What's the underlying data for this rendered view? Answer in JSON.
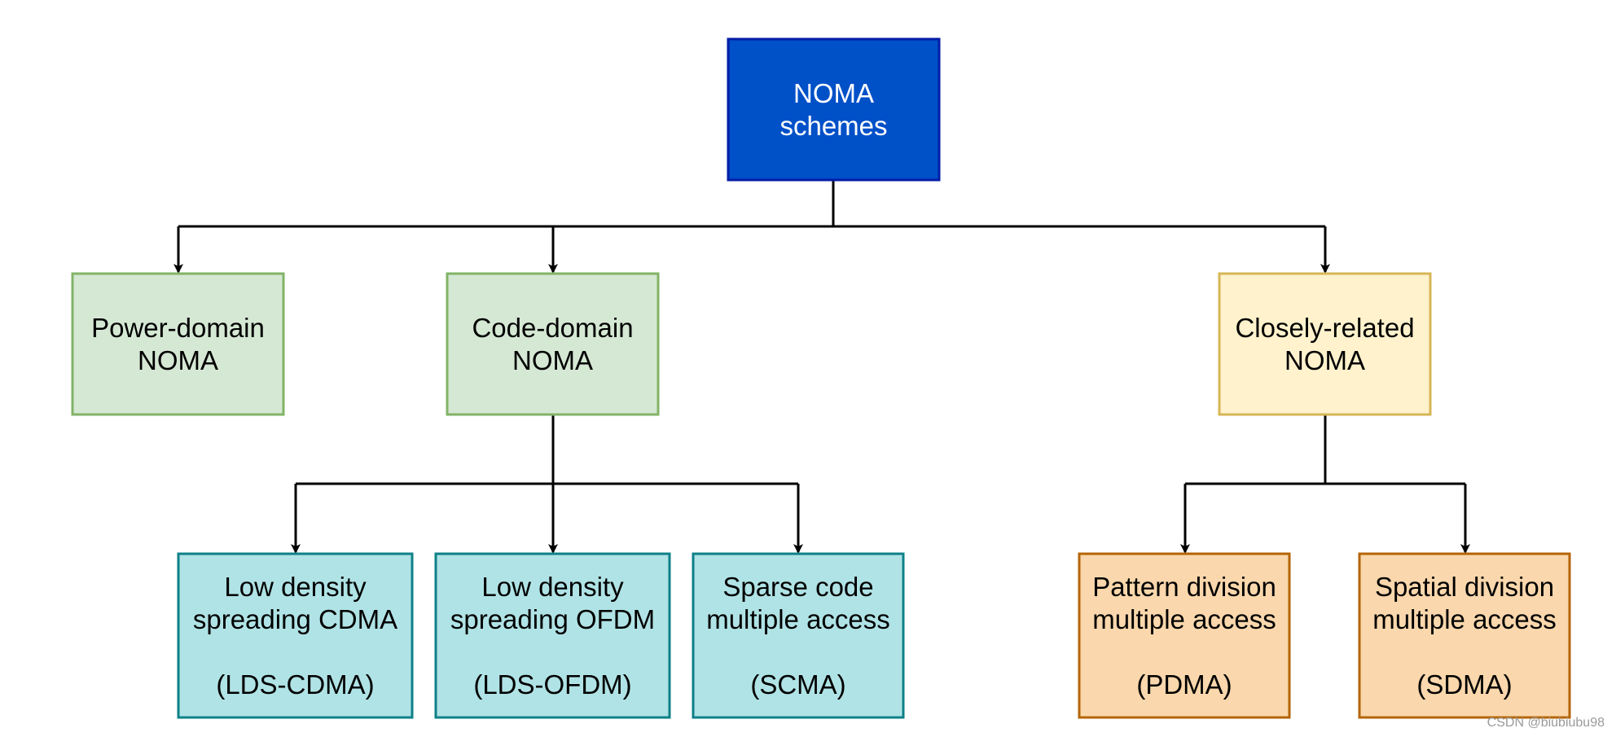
{
  "colors": {
    "connector": "#000000",
    "root_fill": "#0050c8",
    "root_stroke": "#001da6",
    "root_text": "#ffffff",
    "green_fill": "#d5e8d4",
    "green_stroke": "#82b366",
    "yellow_fill": "#fff2cc",
    "yellow_stroke": "#d6b656",
    "teal_fill": "#b0e3e6",
    "teal_stroke": "#0e8088",
    "orange_fill": "#fad7ac",
    "orange_stroke": "#b46504",
    "dark_text": "#000000"
  },
  "nodes": {
    "root": {
      "lines": [
        "NOMA",
        "schemes"
      ]
    },
    "power_domain": {
      "lines": [
        "Power-domain",
        "NOMA"
      ]
    },
    "code_domain": {
      "lines": [
        "Code-domain",
        "NOMA"
      ]
    },
    "closely_related": {
      "lines": [
        "Closely-related",
        "NOMA"
      ]
    },
    "lds_cdma": {
      "lines": [
        "Low density",
        "spreading CDMA",
        "",
        "(LDS-CDMA)"
      ]
    },
    "lds_ofdm": {
      "lines": [
        "Low density",
        "spreading OFDM",
        "",
        "(LDS-OFDM)"
      ]
    },
    "scma": {
      "lines": [
        "Sparse code",
        "multiple access",
        "",
        "(SCMA)"
      ]
    },
    "pdma": {
      "lines": [
        "Pattern division",
        "multiple access",
        "",
        "(PDMA)"
      ]
    },
    "sdma": {
      "lines": [
        "Spatial division",
        "multiple access",
        "",
        "(SDMA)"
      ]
    }
  },
  "watermark": "CSDN @biubiubu98"
}
